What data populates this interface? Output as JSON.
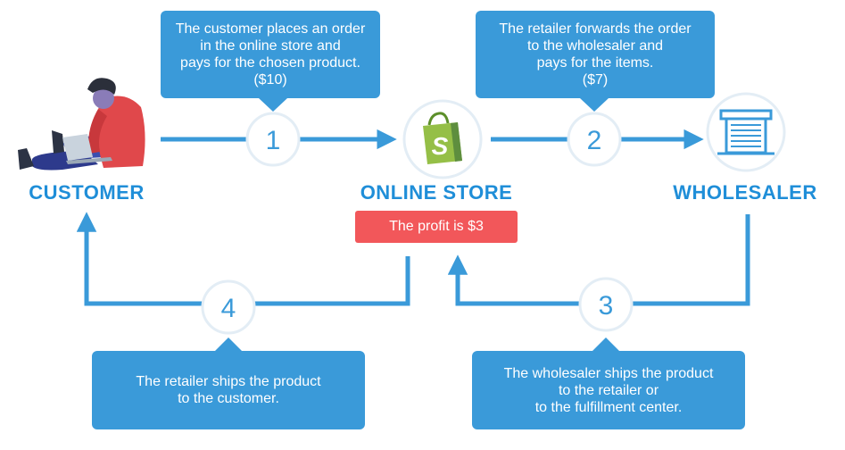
{
  "nodes": {
    "customer": "CUSTOMER",
    "store": "ONLINE STORE",
    "wholesaler": "WHOLESALER"
  },
  "profit": "The profit is $3",
  "steps": {
    "s1": {
      "num": "1",
      "lines": [
        "The customer places an order",
        "in the online store and",
        "pays for the chosen product.",
        "($10)"
      ]
    },
    "s2": {
      "num": "2",
      "lines": [
        "The retailer forwards the order",
        "to the wholesaler and",
        "pays for the items.",
        "($7)"
      ]
    },
    "s3": {
      "num": "3",
      "lines": [
        "The wholesaler ships the product",
        "to the retailer or",
        "to the fulfillment center."
      ]
    },
    "s4": {
      "num": "4",
      "lines": [
        "The retailer ships the product",
        "to the customer."
      ]
    }
  },
  "icons": {
    "customer": "person-with-laptop-icon",
    "store": "shopify-bag-icon",
    "wholesaler": "warehouse-icon"
  },
  "colors": {
    "primary": "#3a9ad9",
    "label": "#1f8ed8",
    "profit": "#f2575a",
    "circle_border": "#e3edf5"
  }
}
